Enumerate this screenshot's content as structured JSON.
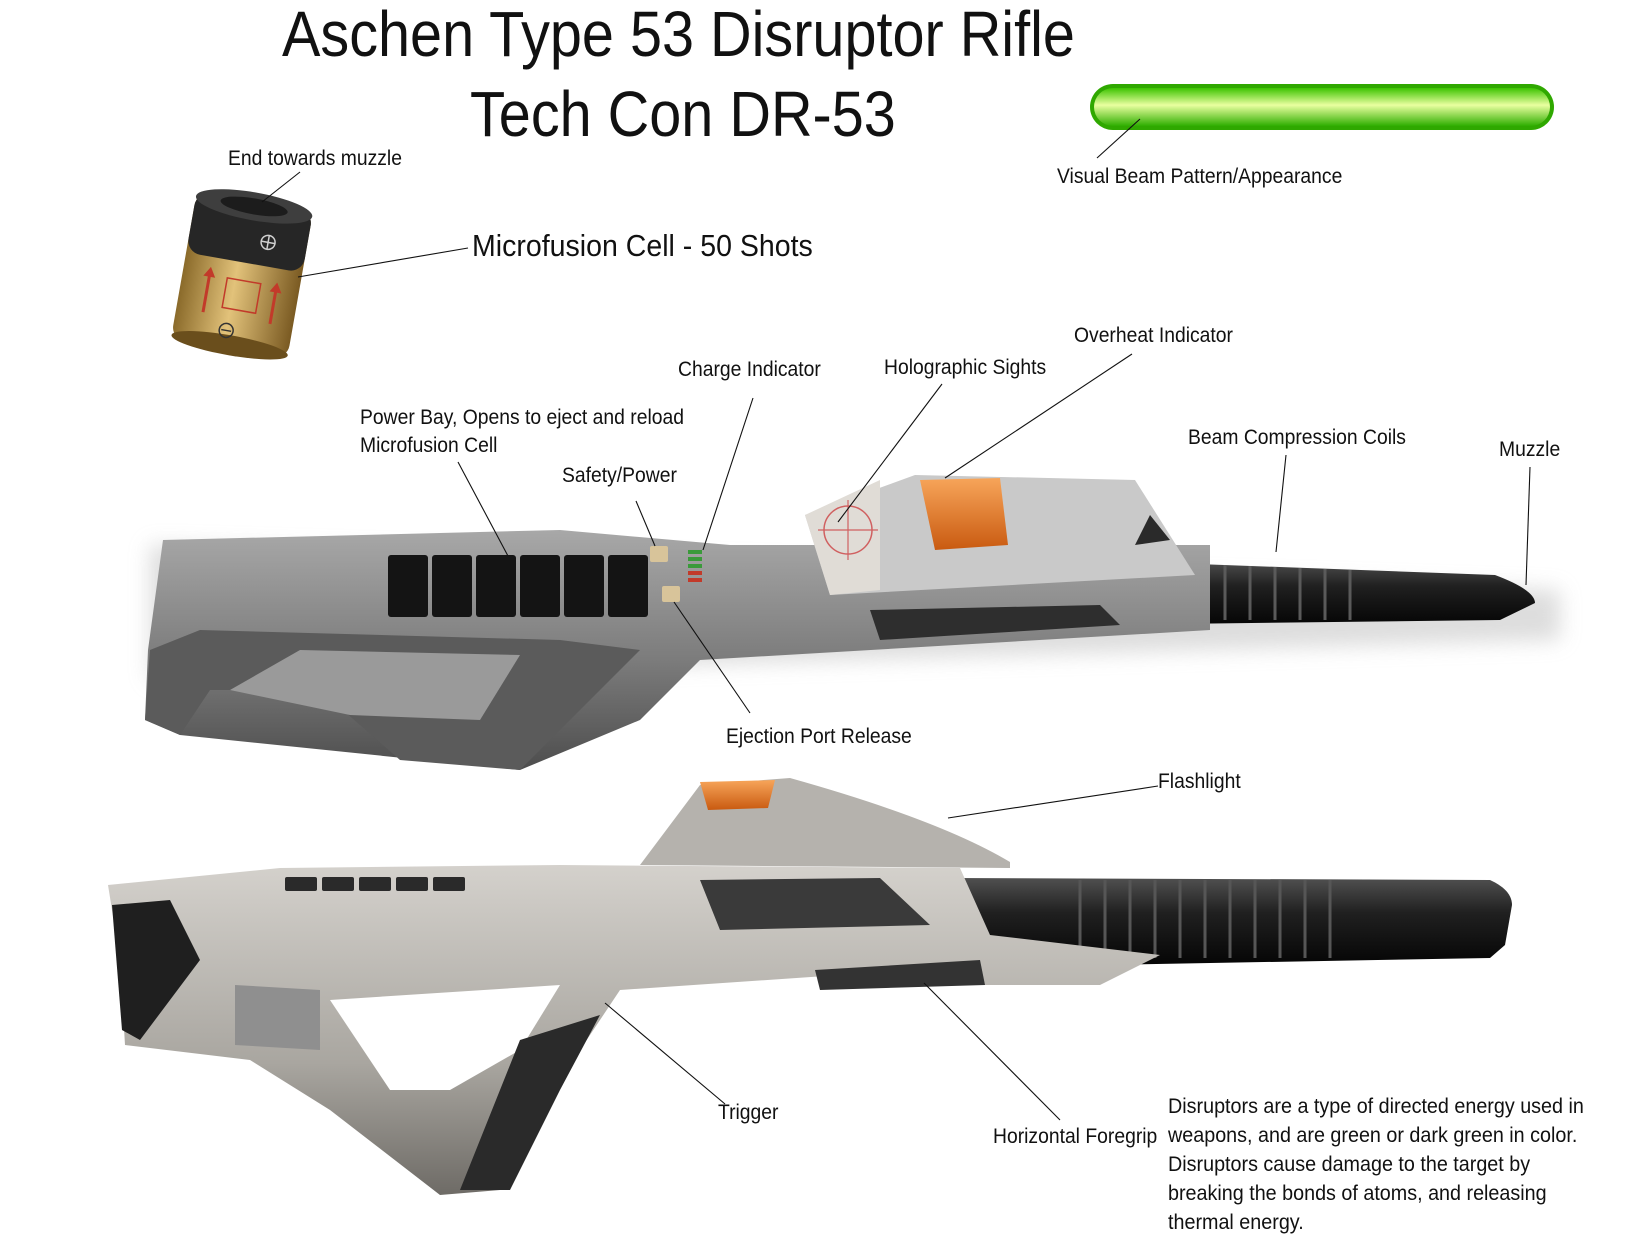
{
  "title": {
    "line1": "Aschen Type 53 Disruptor Rifle",
    "line2": "Tech Con DR-53"
  },
  "beam": {
    "label": "Visual Beam Pattern/Appearance",
    "color": "#7cff2a"
  },
  "cell": {
    "end_label": "End towards muzzle",
    "name_label": "Microfusion Cell - 50 Shots"
  },
  "labels": {
    "overheat": "Overheat Indicator",
    "charge": "Charge Indicator",
    "holo_sights": "Holographic Sights",
    "power_bay_1": "Power Bay, Opens to eject and reload",
    "power_bay_2": "Microfusion Cell",
    "safety": "Safety/Power",
    "coils": "Beam Compression Coils",
    "muzzle": "Muzzle",
    "ejection": "Ejection Port Release",
    "flashlight": "Flashlight",
    "trigger": "Trigger",
    "foregrip": "Horizontal Foregrip"
  },
  "description": "Disruptors are a type of directed energy used in weapons, and are green or dark green in color. Disruptors cause damage to the target by breaking the bonds of atoms, and releasing thermal energy.",
  "colors": {
    "body_gray": "#8c8c8c",
    "dark_gray": "#3a3a3a",
    "barrel_black": "#1a1a1a",
    "orange": "#e87a2a",
    "cell_tan": "#c9a24e"
  }
}
